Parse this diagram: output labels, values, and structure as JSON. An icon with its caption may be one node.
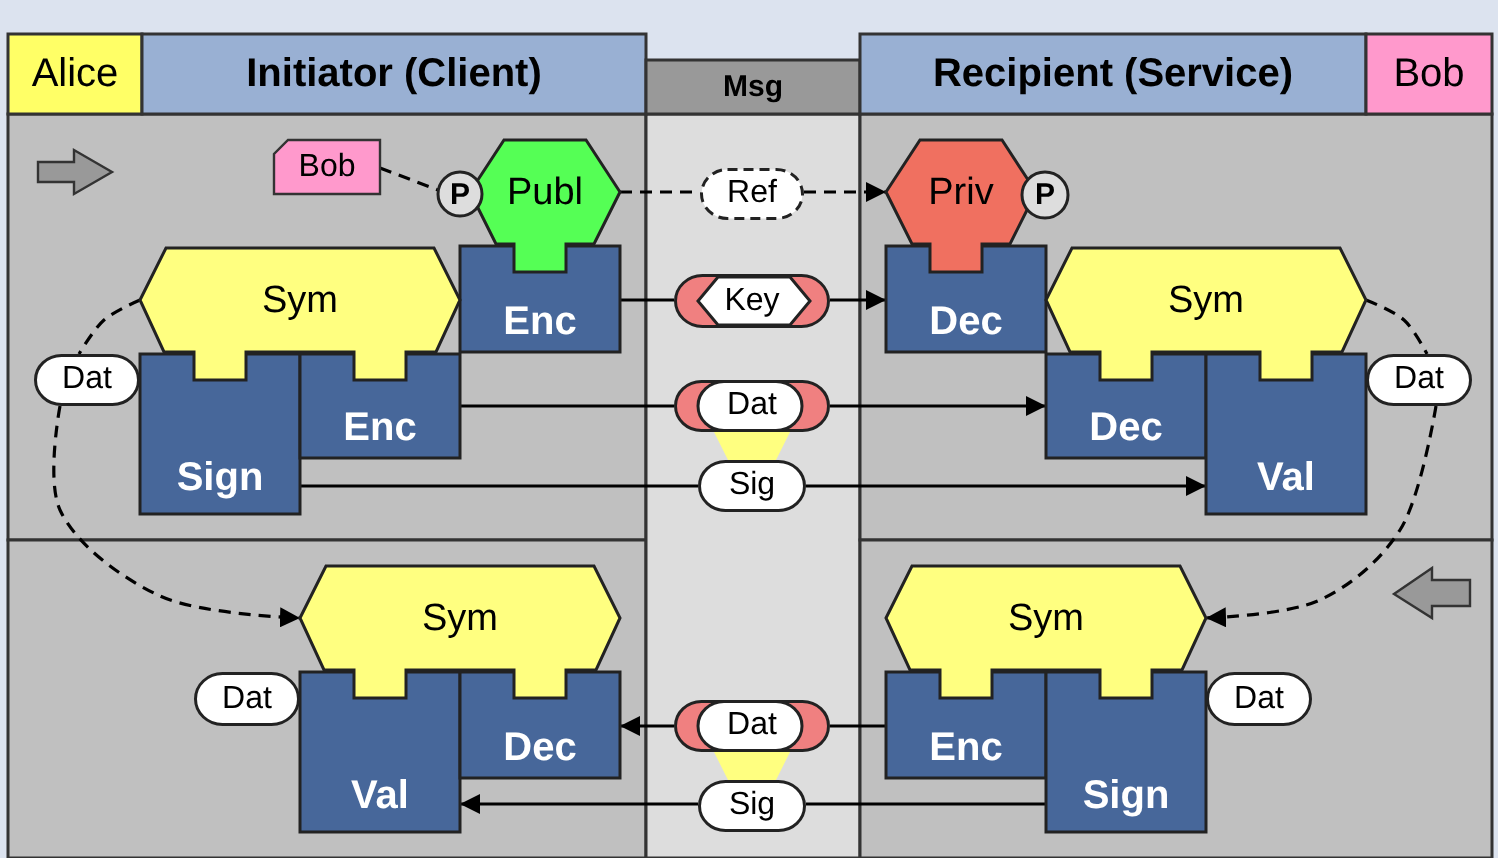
{
  "diagram": {
    "nodes": [
      {
        "text": [
          "Alice"
        ]
      },
      {
        "text": [
          "Initiator (Client)"
        ]
      },
      {
        "text": [
          "Msg"
        ]
      },
      {
        "text": [
          "Recipient (Service)"
        ]
      },
      {
        "text": [
          "Bob"
        ]
      },
      {
        "text": [
          "Bob"
        ]
      },
      {
        "text": [
          "P"
        ]
      },
      {
        "text": [
          "Publ"
        ]
      },
      {
        "text": [
          "Enc"
        ]
      },
      {
        "text": [
          "Sym"
        ]
      },
      {
        "text": [
          "Sign"
        ]
      },
      {
        "text": [
          "Enc"
        ]
      },
      {
        "text": [
          "Dat"
        ]
      },
      {
        "text": [
          "Ref"
        ]
      },
      {
        "text": [
          "Key"
        ]
      },
      {
        "text": [
          "Dat"
        ]
      },
      {
        "text": [
          "Sig"
        ]
      },
      {
        "text": [
          "Priv"
        ]
      },
      {
        "text": [
          "P"
        ]
      },
      {
        "text": [
          "Dec"
        ]
      },
      {
        "text": [
          "Sym"
        ]
      },
      {
        "text": [
          "Dec"
        ]
      },
      {
        "text": [
          "Val"
        ]
      },
      {
        "text": [
          "Dat"
        ]
      },
      {
        "text": [
          "Sym"
        ]
      },
      {
        "text": [
          "Dat"
        ]
      },
      {
        "text": [
          "Val"
        ]
      },
      {
        "text": [
          "Dec"
        ]
      },
      {
        "text": [
          "Dat"
        ]
      },
      {
        "text": [
          "Sig"
        ]
      },
      {
        "text": [
          "Sym"
        ]
      },
      {
        "text": [
          "Enc"
        ]
      },
      {
        "text": [
          "Sign"
        ]
      },
      {
        "text": [
          "Dat"
        ]
      }
    ],
    "edges": [
      {
        "from": 5,
        "to": 6,
        "arrow": "none",
        "style": "dashed"
      },
      {
        "from": 7,
        "to": 13,
        "arrow": "none",
        "style": "dashed"
      },
      {
        "from": 13,
        "to": 17,
        "arrow": "to",
        "style": "dashed"
      },
      {
        "from": 8,
        "to": 14,
        "arrow": "none"
      },
      {
        "from": 14,
        "to": 19,
        "arrow": "to"
      },
      {
        "from": 11,
        "to": 15,
        "arrow": "none"
      },
      {
        "from": 15,
        "to": 21,
        "arrow": "to"
      },
      {
        "from": 10,
        "to": 16,
        "arrow": "none"
      },
      {
        "from": 16,
        "to": 22,
        "arrow": "to"
      },
      {
        "from": 9,
        "to": 12,
        "arrow": "none",
        "style": "dashed"
      },
      {
        "from": 12,
        "to": 24,
        "arrow": "to",
        "style": "dashed"
      },
      {
        "from": 20,
        "to": 23,
        "arrow": "none",
        "style": "dashed"
      },
      {
        "from": 23,
        "to": 30,
        "arrow": "to",
        "style": "dashed"
      },
      {
        "from": 31,
        "to": 28,
        "arrow": "none"
      },
      {
        "from": 28,
        "to": 27,
        "arrow": "to"
      },
      {
        "from": 32,
        "to": 29,
        "arrow": "none"
      },
      {
        "from": 29,
        "to": 26,
        "arrow": "to"
      }
    ]
  }
}
